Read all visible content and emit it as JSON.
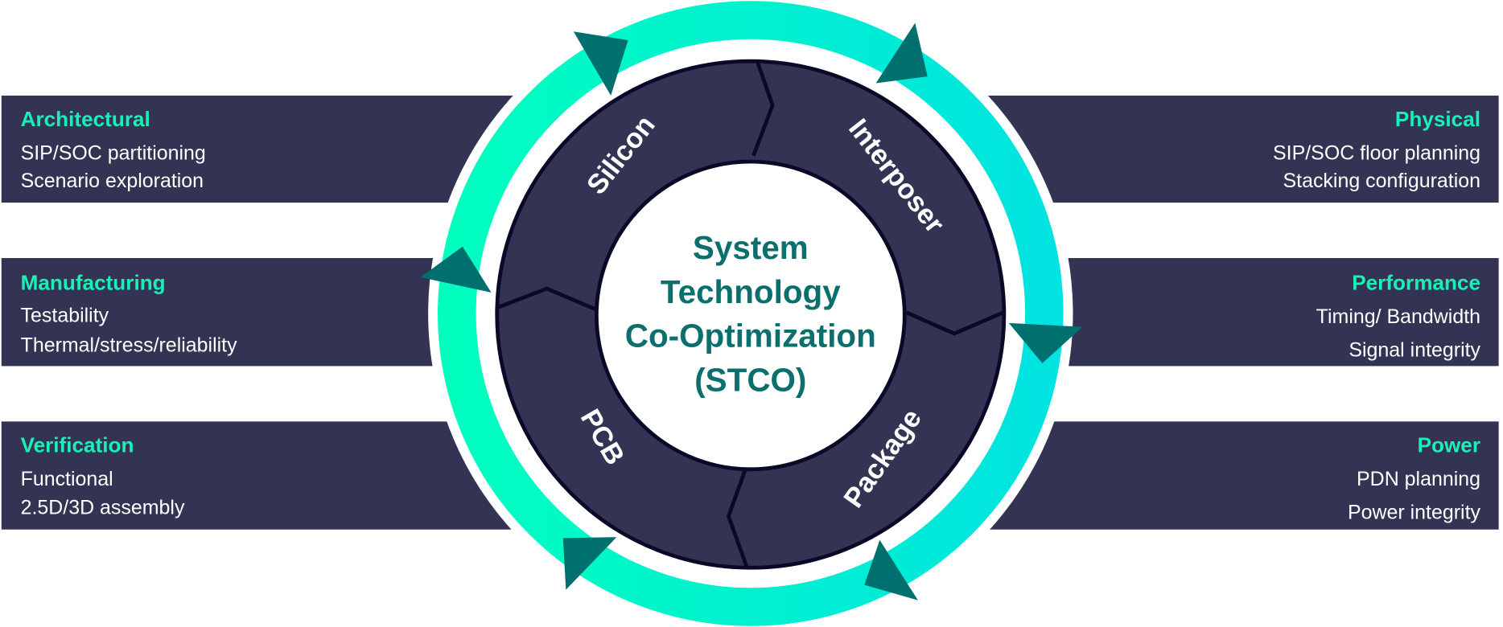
{
  "colors": {
    "band": "#333354",
    "accent_text": "#19f0b8",
    "ring_start": "#00ffbf",
    "ring_end": "#00e3e0",
    "arrow": "#00706e",
    "center_text": "#0b6f6d"
  },
  "left": [
    {
      "title": "Architectural",
      "items": [
        "SIP/SOC partitioning",
        "Scenario exploration"
      ]
    },
    {
      "title": "Manufacturing",
      "items": [
        "Testability",
        "Thermal/stress/reliability"
      ]
    },
    {
      "title": "Verification",
      "items": [
        "Functional",
        "2.5D/3D assembly"
      ]
    }
  ],
  "right": [
    {
      "title": "Physical",
      "items": [
        "SIP/SOC floor planning",
        "Stacking configuration"
      ]
    },
    {
      "title": "Performance",
      "items": [
        "Timing/ Bandwidth",
        "Signal integrity"
      ]
    },
    {
      "title": "Power",
      "items": [
        "PDN planning",
        "Power integrity"
      ]
    }
  ],
  "segments": {
    "silicon": "Silicon",
    "interposer": "Interposer",
    "pcb": "PCB",
    "package": "Package"
  },
  "center": {
    "lines": [
      "System",
      "Technology",
      "Co-Optimization",
      "(STCO)"
    ]
  }
}
